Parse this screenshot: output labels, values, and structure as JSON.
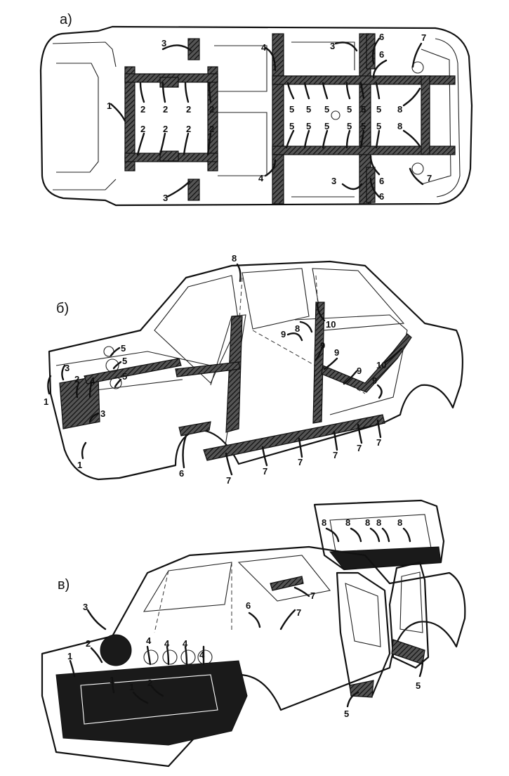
{
  "panels": {
    "a": {
      "label": "а)"
    },
    "b": {
      "label": "б)"
    },
    "c": {
      "label": "в)"
    }
  },
  "callouts": {
    "a": [
      "3",
      "4",
      "3",
      "6",
      "7",
      "6",
      "1",
      "2",
      "2",
      "2",
      "2",
      "2",
      "2",
      "2",
      "2",
      "5",
      "5",
      "5",
      "5",
      "5",
      "5",
      "5",
      "5",
      "5",
      "5",
      "5",
      "5",
      "8",
      "8",
      "3",
      "4",
      "3",
      "6",
      "6",
      "7"
    ],
    "b": [
      "8",
      "10",
      "9",
      "8",
      "9",
      "9",
      "9",
      "10",
      "9",
      "5",
      "5",
      "5",
      "3",
      "2",
      "4",
      "1",
      "3",
      "1",
      "6",
      "7",
      "7",
      "7",
      "7",
      "7",
      "7"
    ],
    "c": [
      "8",
      "8",
      "8",
      "8",
      "8",
      "3",
      "6",
      "7",
      "7",
      "2",
      "4",
      "4",
      "4",
      "4",
      "1",
      "1",
      "1",
      "2",
      "5",
      "5"
    ]
  }
}
